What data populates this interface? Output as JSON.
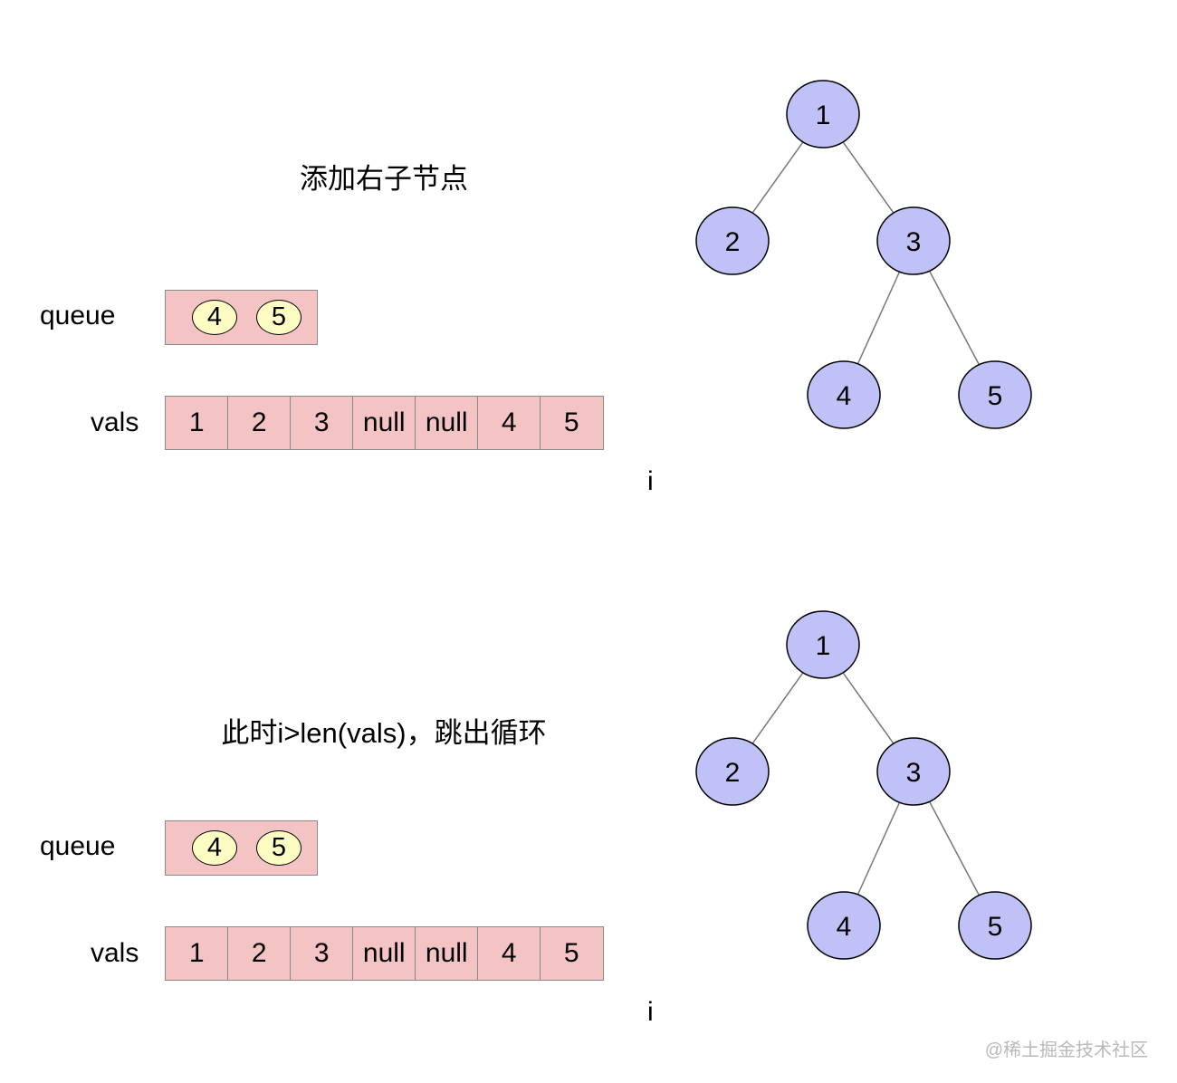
{
  "panels": [
    {
      "title": "添加右子节点",
      "queue_label": "queue",
      "queue": [
        "4",
        "5"
      ],
      "vals_label": "vals",
      "vals": [
        "1",
        "2",
        "3",
        "null",
        "null",
        "4",
        "5"
      ],
      "pointer_label": "i",
      "tree": {
        "nodes": [
          "1",
          "2",
          "3",
          "4",
          "5"
        ],
        "edges": [
          [
            "1",
            "2"
          ],
          [
            "1",
            "3"
          ],
          [
            "3",
            "4"
          ],
          [
            "3",
            "5"
          ]
        ]
      }
    },
    {
      "title": "此时i>len(vals)，跳出循环",
      "queue_label": "queue",
      "queue": [
        "4",
        "5"
      ],
      "vals_label": "vals",
      "vals": [
        "1",
        "2",
        "3",
        "null",
        "null",
        "4",
        "5"
      ],
      "pointer_label": "i",
      "tree": {
        "nodes": [
          "1",
          "2",
          "3",
          "4",
          "5"
        ],
        "edges": [
          [
            "1",
            "2"
          ],
          [
            "1",
            "3"
          ],
          [
            "3",
            "4"
          ],
          [
            "3",
            "5"
          ]
        ]
      }
    }
  ],
  "watermark": "@稀土掘金技术社区",
  "colors": {
    "cell_fill": "#f4c3c3",
    "queue_item_fill": "#fdfcc2",
    "tree_node_fill": "#c0c2f7",
    "edge_color": "#777777"
  }
}
